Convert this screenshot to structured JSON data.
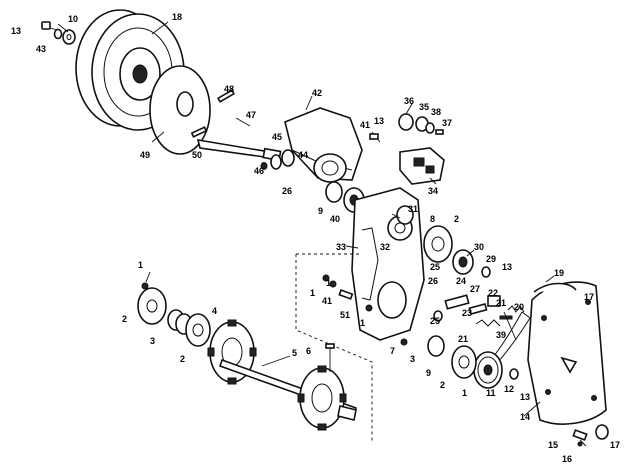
{
  "callouts": {
    "c13a": "13",
    "c43": "43",
    "c10": "10",
    "c18": "18",
    "c49": "49",
    "c48": "48",
    "c50": "50",
    "c47": "47",
    "c42": "42",
    "c41a": "41",
    "c13b": "13",
    "c36": "36",
    "c35": "35",
    "c38": "38",
    "c37": "37",
    "c45": "45",
    "c44": "44",
    "c46": "46",
    "c26": "26",
    "c9a": "9",
    "c40": "40",
    "c34": "34",
    "c31": "31",
    "c8": "8",
    "c2a": "2",
    "c32": "32",
    "c33": "33",
    "c30": "30",
    "c29": "29",
    "c13c": "13",
    "c25a": "25",
    "c1a": "1",
    "c1b": "1",
    "c41b": "41",
    "c51": "51",
    "c1c": "1",
    "c19": "19",
    "c17a": "17",
    "c26b": "26",
    "c24": "24",
    "c27": "27",
    "c22": "22",
    "c21a": "21",
    "c20": "20",
    "c25b": "25",
    "c23": "23",
    "c39": "39",
    "c7": "7",
    "c3b": "3",
    "c21b": "21",
    "c9b": "9",
    "c2b": "2",
    "c1d": "1",
    "c11": "11",
    "c12": "12",
    "c13d": "13",
    "c14": "14",
    "c15": "15",
    "c16": "16",
    "c17b": "17",
    "c2c": "2",
    "c4": "4",
    "c3": "3",
    "c2d": "2",
    "c5": "5",
    "c6": "6"
  }
}
